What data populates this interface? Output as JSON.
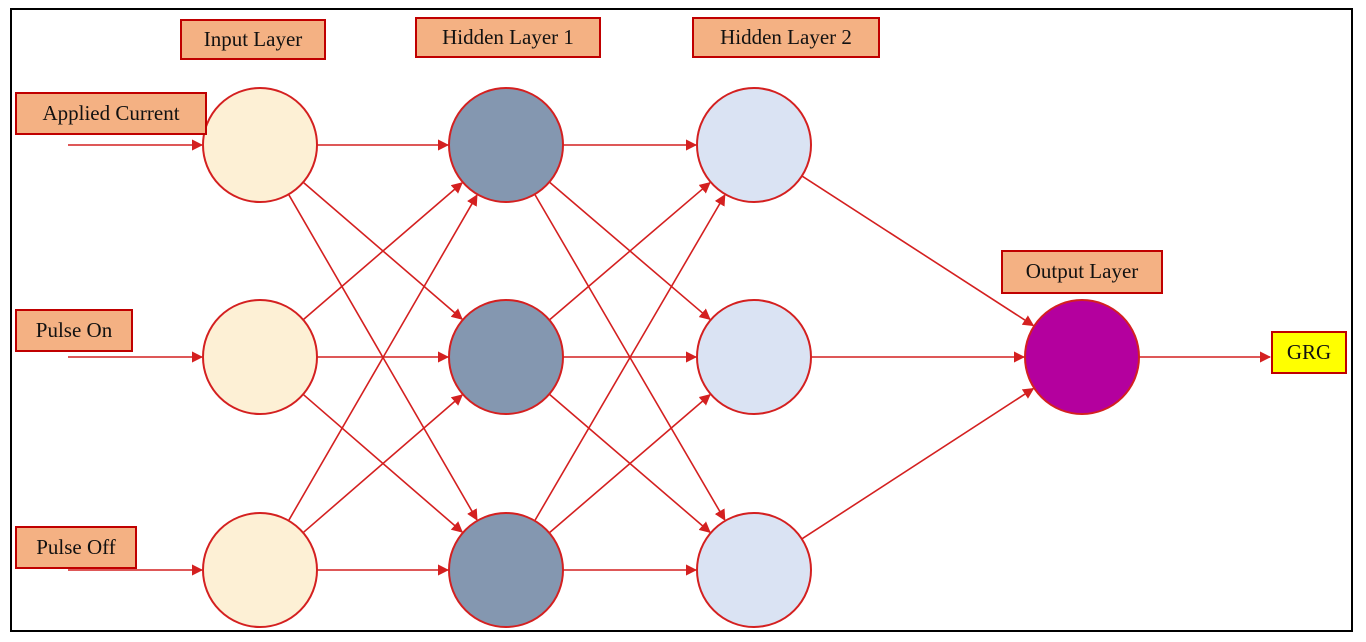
{
  "colors": {
    "edge": "#d42020",
    "input_node": "#fdf0d5",
    "hidden1_node": "#8497b0",
    "hidden2_node": "#dae3f3",
    "output_node": "#b4009e",
    "label_fill": "#f4b183",
    "result_fill": "#ffff00"
  },
  "layers": {
    "input": {
      "title": "Input Layer",
      "node_count": 3
    },
    "hidden1": {
      "title": "Hidden Layer 1",
      "node_count": 3
    },
    "hidden2": {
      "title": "Hidden Layer 2",
      "node_count": 3
    },
    "output": {
      "title": "Output Layer",
      "node_count": 1
    }
  },
  "inputs": [
    "Applied Current",
    "Pulse On",
    "Pulse Off"
  ],
  "output_label": "GRG"
}
